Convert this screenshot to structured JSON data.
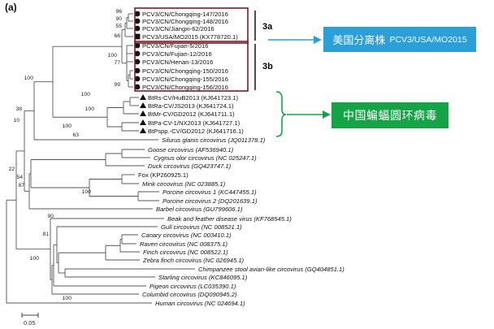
{
  "panel_label": "(a)",
  "scale_label": "0.05",
  "group_labels": {
    "g3a": "3a",
    "g3b": "3b"
  },
  "callouts": {
    "usa_zh": "美国分离株",
    "usa_en": "PCV3/USA/MO2015",
    "bat": "中国蝙蝠圆环病毒"
  },
  "colors": {
    "highlight_box": "#7b1a2a",
    "usa_callout": "#2a9fd8",
    "bat_callout": "#14a446",
    "tree_line": "#555555"
  },
  "taxa": [
    {
      "label": "PCV3/CN/Chongqing-147/2016",
      "italic": false,
      "marker": "circle"
    },
    {
      "label": "PCV3/CN/Chongqing-148/2016",
      "italic": false,
      "marker": "circle"
    },
    {
      "label": "PCV3/CN/Jiangxi-62/2016",
      "italic": false,
      "marker": "circle"
    },
    {
      "label": "PCV3/USA/MO2015 (KX778720.1)",
      "italic": false,
      "marker": "square"
    },
    {
      "label": "PCV3/CN/Fujian-5/2016",
      "italic": false,
      "marker": "circle"
    },
    {
      "label": "PCV3/CN/Fujian-12/2016",
      "italic": false,
      "marker": "circle"
    },
    {
      "label": "PCV3/CN/Henan-13/2016",
      "italic": false,
      "marker": "circle"
    },
    {
      "label": "PCV3/CN/Chongqing-150/2016",
      "italic": false,
      "marker": "circle"
    },
    {
      "label": "PCV3/CN/Chongqing-155/2016",
      "italic": false,
      "marker": "circle"
    },
    {
      "label": "PCV3/CN/Chongqing-156/2016",
      "italic": false,
      "marker": "circle"
    },
    {
      "label": "BtRs-CV/HuB2013 (KJ641723.1)",
      "italic": false,
      "marker": "triangle"
    },
    {
      "label": "BtRa-CV/JS2013 (KJ641724.1)",
      "italic": false,
      "marker": "triangle"
    },
    {
      "label": "BtMr-CV/GD2012 (KJ641711.1)",
      "italic": false,
      "marker": "triangle"
    },
    {
      "label": "BtPa-CV-1/NX2013 (KJ641727.1)",
      "italic": false,
      "marker": "triangle"
    },
    {
      "label": "BtPspp.-CV/GD2012 (KJ641716.1)",
      "italic": false,
      "marker": "triangle"
    },
    {
      "label": "Silurus glanis circovirus (JQ011378.1)",
      "italic": true,
      "marker": "none"
    },
    {
      "label": "Goose circovirus (AF536940.1)",
      "italic": true,
      "marker": "none"
    },
    {
      "label": "Cygnus olor circovirus (NC 025247.1)",
      "italic": true,
      "marker": "none"
    },
    {
      "label": "Duck circovirus (GQ423747.1)",
      "italic": true,
      "marker": "none"
    },
    {
      "label": "Fox (KP260925.1)",
      "italic": false,
      "marker": "none"
    },
    {
      "label": "Mink circovirus (NC 023885.1)",
      "italic": true,
      "marker": "none"
    },
    {
      "label": "Porcine circovirus 1 (KC447455.1)",
      "italic": true,
      "marker": "none"
    },
    {
      "label": "Porcine circovirus 2 (DQ201639.1)",
      "italic": true,
      "marker": "none"
    },
    {
      "label": "Barbel circovirus (GU799606.1)",
      "italic": true,
      "marker": "none"
    },
    {
      "label": "Beak and feather disease virus (KF768545.1)",
      "italic": true,
      "marker": "none"
    },
    {
      "label": "Gull circovirus (NC 008521.1)",
      "italic": true,
      "marker": "none"
    },
    {
      "label": "Canary circovirus (NC 003410.1)",
      "italic": true,
      "marker": "none"
    },
    {
      "label": "Raven circovirus (NC 008375.1)",
      "italic": true,
      "marker": "none"
    },
    {
      "label": "Finch circovirus (NC 008522.1)",
      "italic": true,
      "marker": "none"
    },
    {
      "label": "Zebra finch circovirus (NC 026945.1)",
      "italic": true,
      "marker": "none"
    },
    {
      "label": "Chimpanzee stool avian-like circovirus (GQ404851.1)",
      "italic": true,
      "marker": "none"
    },
    {
      "label": "Starling circovirus (KC846095.1)",
      "italic": true,
      "marker": "none"
    },
    {
      "label": "Pigeon circovirus (LC035390.1)",
      "italic": true,
      "marker": "none"
    },
    {
      "label": "Columbid circovirus (DQ090945.2)",
      "italic": true,
      "marker": "none"
    },
    {
      "label": "Human circovirus (NC 024694.1)",
      "italic": true,
      "marker": "none"
    }
  ],
  "bootstrap_values": [
    "96",
    "90",
    "55",
    "66",
    "100",
    "77",
    "99",
    "100",
    "100",
    "100",
    "100",
    "63",
    "38",
    "10",
    "22",
    "54",
    "87",
    "100",
    "90",
    "81",
    "100",
    "100"
  ]
}
